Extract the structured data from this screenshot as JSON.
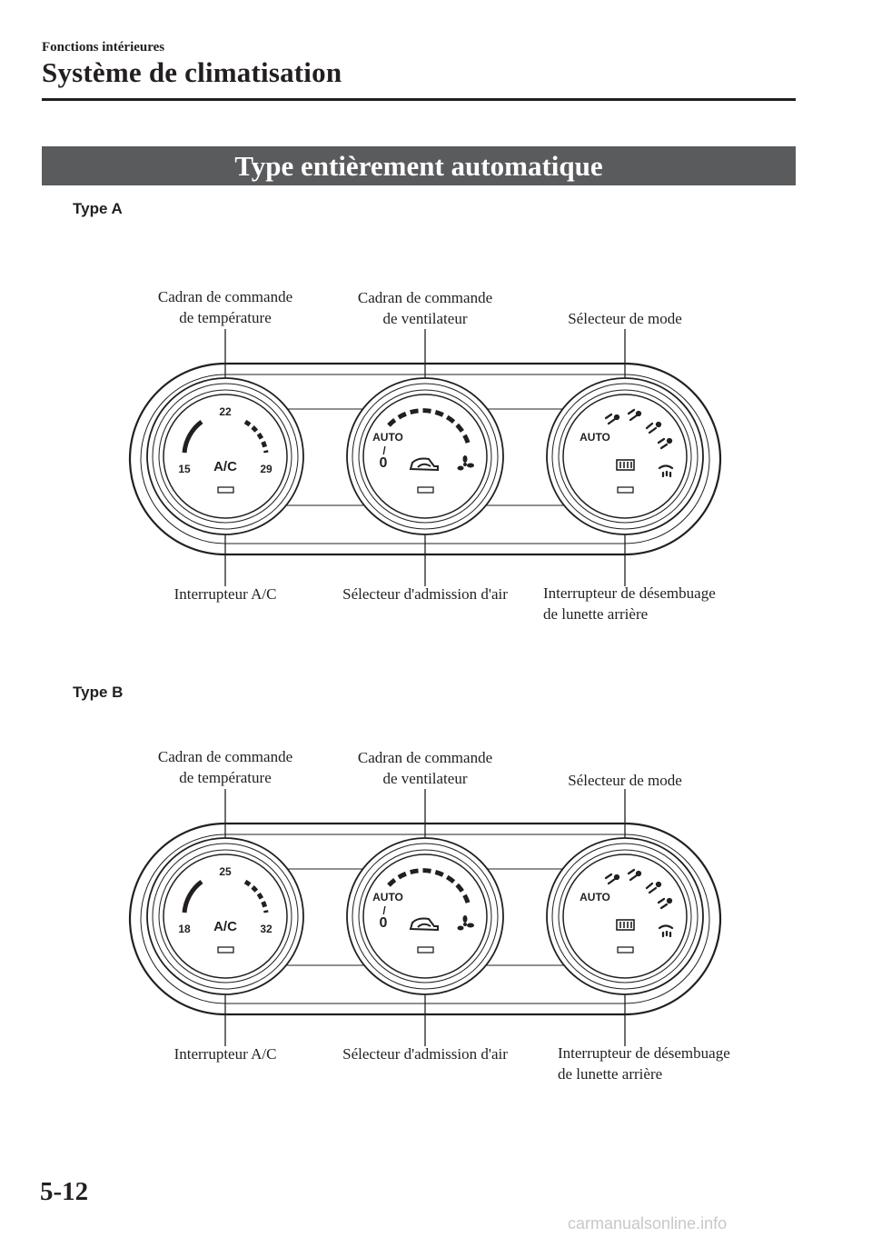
{
  "header": {
    "section": "Fonctions intérieures",
    "title": "Système de climatisation"
  },
  "banner": "Type entièrement automatique",
  "figures": [
    {
      "type_label": "Type A",
      "labels": {
        "temp_dial": [
          "Cadran de commande",
          "de température"
        ],
        "fan_dial": [
          "Cadran de commande",
          "de ventilateur"
        ],
        "mode_selector": "Sélecteur de mode",
        "ac_switch": "Interrupteur A/C",
        "intake_selector": "Sélecteur d'admission d'air",
        "rear_defogger": [
          "Interrupteur de désembuage",
          "de lunette arrière"
        ]
      },
      "dial_text": {
        "temp_min": "15",
        "temp_mid": "22",
        "temp_max": "29",
        "ac": "A/C",
        "auto": "AUTO",
        "fan_slash": "/",
        "fan_zero": "0",
        "mode_auto": "AUTO"
      }
    },
    {
      "type_label": "Type B",
      "labels": {
        "temp_dial": [
          "Cadran de commande",
          "de température"
        ],
        "fan_dial": [
          "Cadran de commande",
          "de ventilateur"
        ],
        "mode_selector": "Sélecteur de mode",
        "ac_switch": "Interrupteur A/C",
        "intake_selector": "Sélecteur d'admission d'air",
        "rear_defogger": [
          "Interrupteur de désembuage",
          "de lunette arrière"
        ]
      },
      "dial_text": {
        "temp_min": "18",
        "temp_mid": "25",
        "temp_max": "32",
        "ac": "A/C",
        "auto": "AUTO",
        "fan_slash": "/",
        "fan_zero": "0",
        "mode_auto": "AUTO"
      }
    }
  ],
  "page_number": "5-12",
  "watermark": "carmanualsonline.info"
}
